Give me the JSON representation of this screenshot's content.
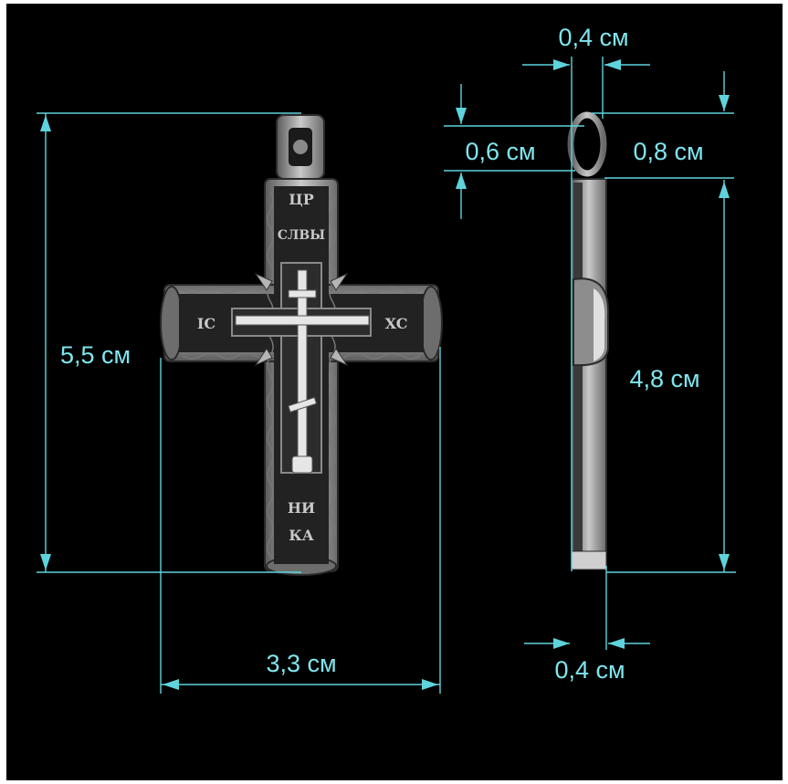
{
  "background_color": "#000000",
  "frame_color": "#ffffff",
  "dimension_color": "#5fd3dc",
  "label_color": "#7fe6ee",
  "front_view": {
    "inscriptions": {
      "top_line1": "ЦР",
      "top_line2": "СЛВЫ",
      "left_arm": "IC",
      "right_arm": "XC",
      "bottom_line1": "НИ",
      "bottom_line2": "КА"
    }
  },
  "dimensions": {
    "height_total": "5,5 см",
    "width_total": "3,3 см",
    "bail_width_top": "0,4 см",
    "bail_height": "0,6 см",
    "bail_depth": "0,8 см",
    "body_height": "4,8 см",
    "thickness_bottom": "0,4 см"
  }
}
